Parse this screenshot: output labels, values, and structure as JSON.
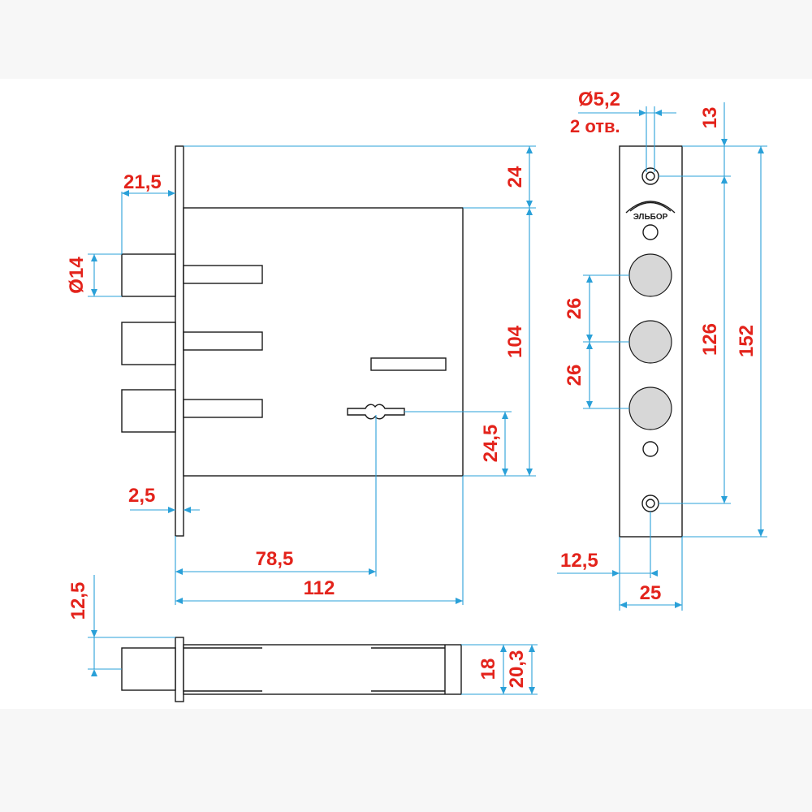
{
  "diagram": {
    "colors": {
      "outline": "#1a1a1a",
      "dimension_line": "#2aa0d8",
      "label": "#e3231b",
      "boss_fill": "#d7d7d7",
      "background": "#ffffff"
    },
    "faceplate": {
      "logo": "ЭЛЬБОР",
      "hole_callout": {
        "diameter": "Ø5,2",
        "count": "2 отв."
      }
    },
    "dimensions": {
      "front_view": {
        "bolt_projection": "21,5",
        "bolt_diameter": "Ø14",
        "plate_thickness": "2,5",
        "top_offset": "24",
        "body_height": "104",
        "key_height": "24,5",
        "backset": "78,5",
        "body_depth": "112"
      },
      "faceplate_view": {
        "hole_diameter": "Ø5,2",
        "hole_count": "2 отв.",
        "hole_top_offset": "13",
        "bolt_pitch_1": "26",
        "bolt_pitch_2": "26",
        "hole_spacing": "126",
        "plate_height": "152",
        "hole_side_offset": "12,5",
        "plate_width": "25"
      },
      "bottom_view": {
        "bolt_offset": "12,5",
        "body_thickness": "18",
        "overall_thickness": "20,3"
      }
    }
  }
}
